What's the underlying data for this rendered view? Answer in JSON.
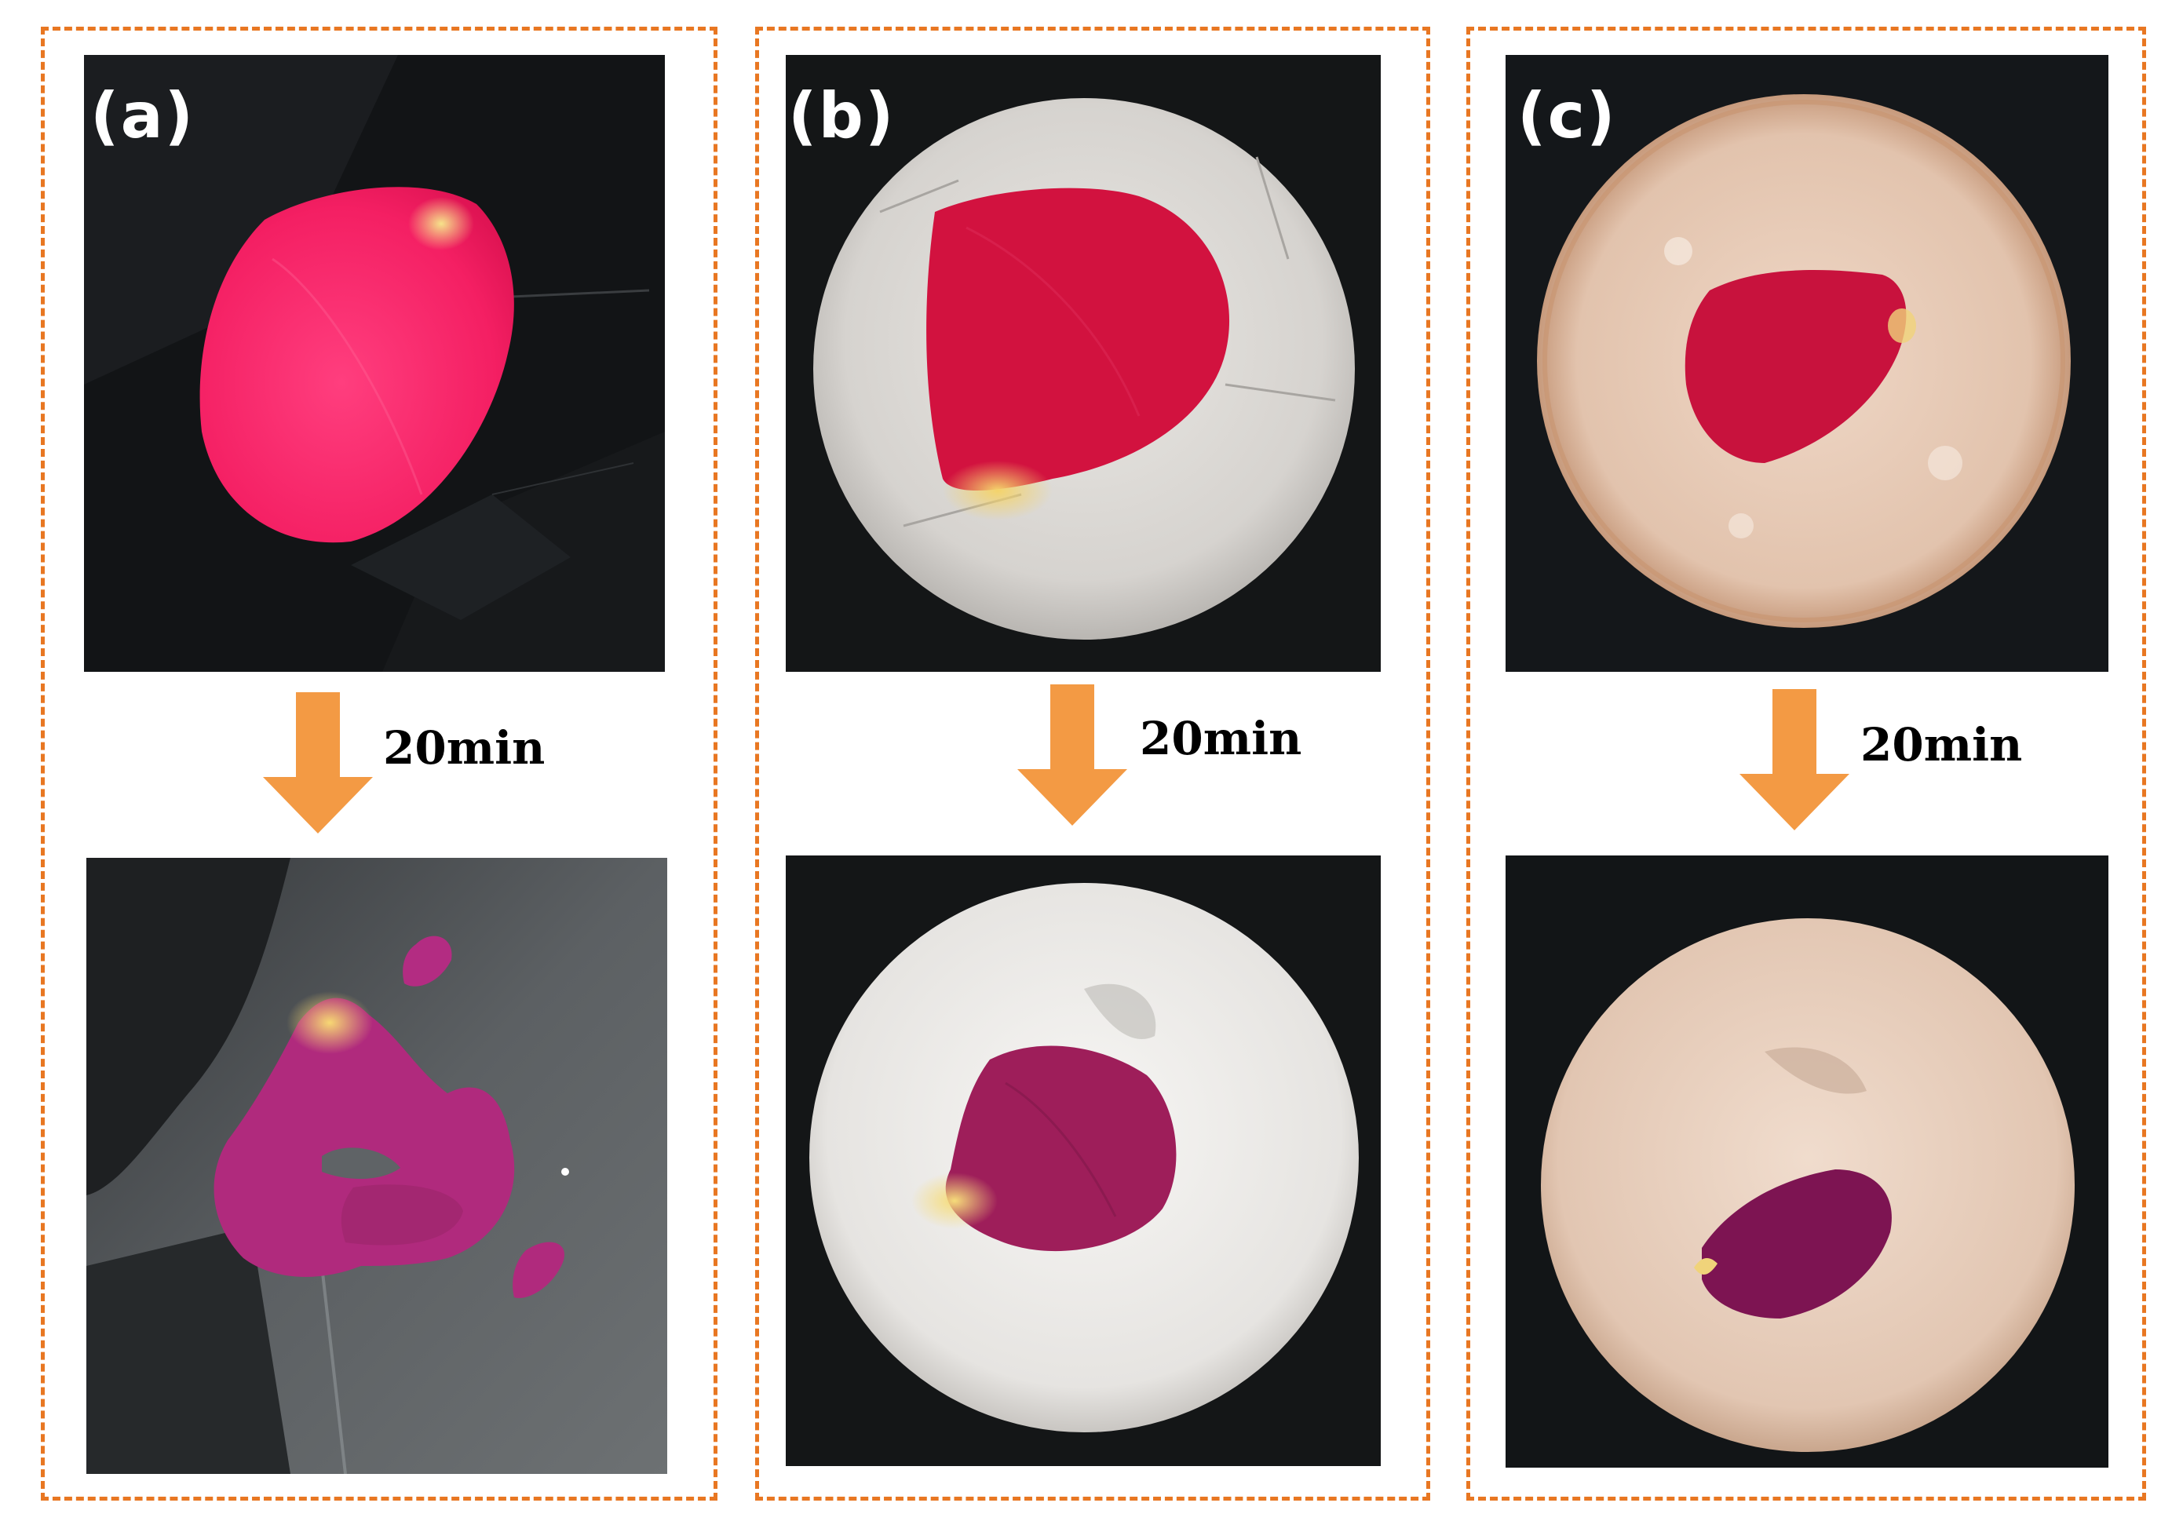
{
  "panels": [
    {
      "label": "(a)",
      "time": "20min"
    },
    {
      "label": "(b)",
      "time": "20min"
    },
    {
      "label": "(c)",
      "time": "20min"
    }
  ],
  "colors": {
    "frame": "#e87722",
    "arrow": "#f39a44",
    "label": "#ffffff",
    "time_text": "#000000"
  }
}
